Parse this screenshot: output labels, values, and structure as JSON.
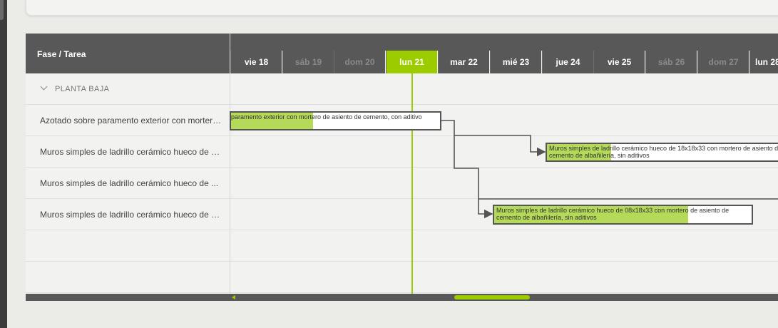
{
  "header": {
    "tree_title": "Fase / Tarea"
  },
  "timeline": {
    "days": [
      {
        "label": "vie 18",
        "weekend": false,
        "today": false
      },
      {
        "label": "sáb 19",
        "weekend": true,
        "today": false
      },
      {
        "label": "dom 20",
        "weekend": true,
        "today": false
      },
      {
        "label": "lun 21",
        "weekend": false,
        "today": true
      },
      {
        "label": "mar 22",
        "weekend": false,
        "today": false
      },
      {
        "label": "mié 23",
        "weekend": false,
        "today": false
      },
      {
        "label": "jue 24",
        "weekend": false,
        "today": false
      },
      {
        "label": "vie 25",
        "weekend": false,
        "today": false
      },
      {
        "label": "sáb 26",
        "weekend": true,
        "today": false
      },
      {
        "label": "dom 27",
        "weekend": true,
        "today": false
      },
      {
        "label": "lun 28",
        "weekend": false,
        "today": false
      }
    ]
  },
  "rows": {
    "phase": "PLANTA BAJA",
    "tasks": [
      "Azotado sobre paramento exterior con mortero de asiento de cemento, con aditivo",
      "Muros simples de ladrillo cerámico hueco de 18x18x33 con mortero de asiento de cemento de albañilería, sin aditivos",
      "Muros simples de ladrillo cerámico hueco de ...",
      "Muros simples de ladrillo cerámico hueco de 08x18x33 con mortero de asiento de cemento de albañilería, sin aditivos"
    ]
  },
  "bars": [
    {
      "text": "paramento exterior con mortero de asiento de cemento, con aditivo"
    },
    {
      "text": "Muros simples de ladrillo cerámico hueco de 18x18x33 con mortero de asiento de cemento de albañilería, sin aditivos"
    },
    {
      "text": "Muros simples de ladrillo cerámico hueco de 08x18x33 con mortero de asiento de cemento de albañilería, sin aditivos"
    }
  ],
  "colors": {
    "accent": "#9ccc00",
    "progress": "#b5da5a",
    "header": "#585858"
  }
}
